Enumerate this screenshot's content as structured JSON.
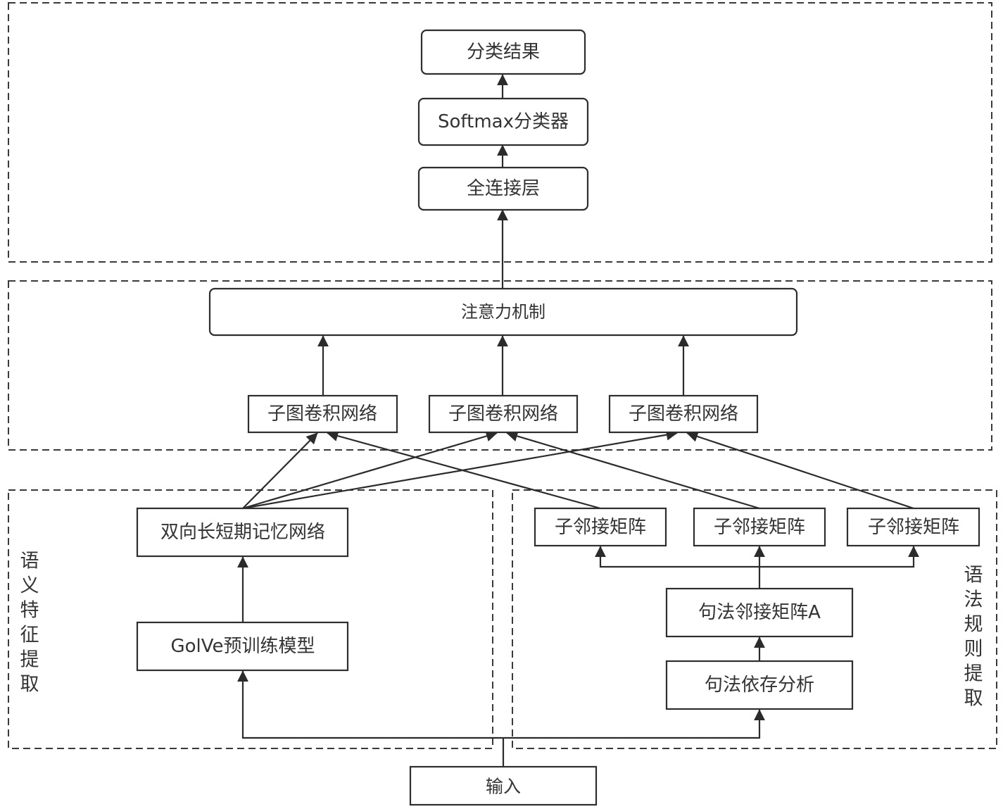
{
  "diagram": {
    "regions": {
      "classification": "",
      "attention": "",
      "semantic": "语义特征提取",
      "syntax": "语法规则提取"
    },
    "nodes": {
      "result": "分类结果",
      "softmax": "Softmax分类器",
      "fc": "全连接层",
      "attention": "注意力机制",
      "gcn1": "子图卷积网络",
      "gcn2": "子图卷积网络",
      "gcn3": "子图卷积网络",
      "bilstm": "双向长短期记忆网络",
      "glove": "GolVe预训练模型",
      "subadj1": "子邻接矩阵",
      "subadj2": "子邻接矩阵",
      "subadj3": "子邻接矩阵",
      "syntax_adj": "句法邻接矩阵A",
      "dep_parse": "句法依存分析",
      "input": "输入"
    },
    "edges": [
      [
        "input",
        "glove"
      ],
      [
        "input",
        "dep_parse"
      ],
      [
        "glove",
        "bilstm"
      ],
      [
        "dep_parse",
        "syntax_adj"
      ],
      [
        "syntax_adj",
        "subadj1"
      ],
      [
        "syntax_adj",
        "subadj2"
      ],
      [
        "syntax_adj",
        "subadj3"
      ],
      [
        "bilstm",
        "gcn1"
      ],
      [
        "bilstm",
        "gcn2"
      ],
      [
        "bilstm",
        "gcn3"
      ],
      [
        "subadj1",
        "gcn1"
      ],
      [
        "subadj2",
        "gcn2"
      ],
      [
        "subadj3",
        "gcn3"
      ],
      [
        "gcn1",
        "attention"
      ],
      [
        "gcn2",
        "attention"
      ],
      [
        "gcn3",
        "attention"
      ],
      [
        "attention",
        "fc"
      ],
      [
        "fc",
        "softmax"
      ],
      [
        "softmax",
        "result"
      ]
    ]
  }
}
